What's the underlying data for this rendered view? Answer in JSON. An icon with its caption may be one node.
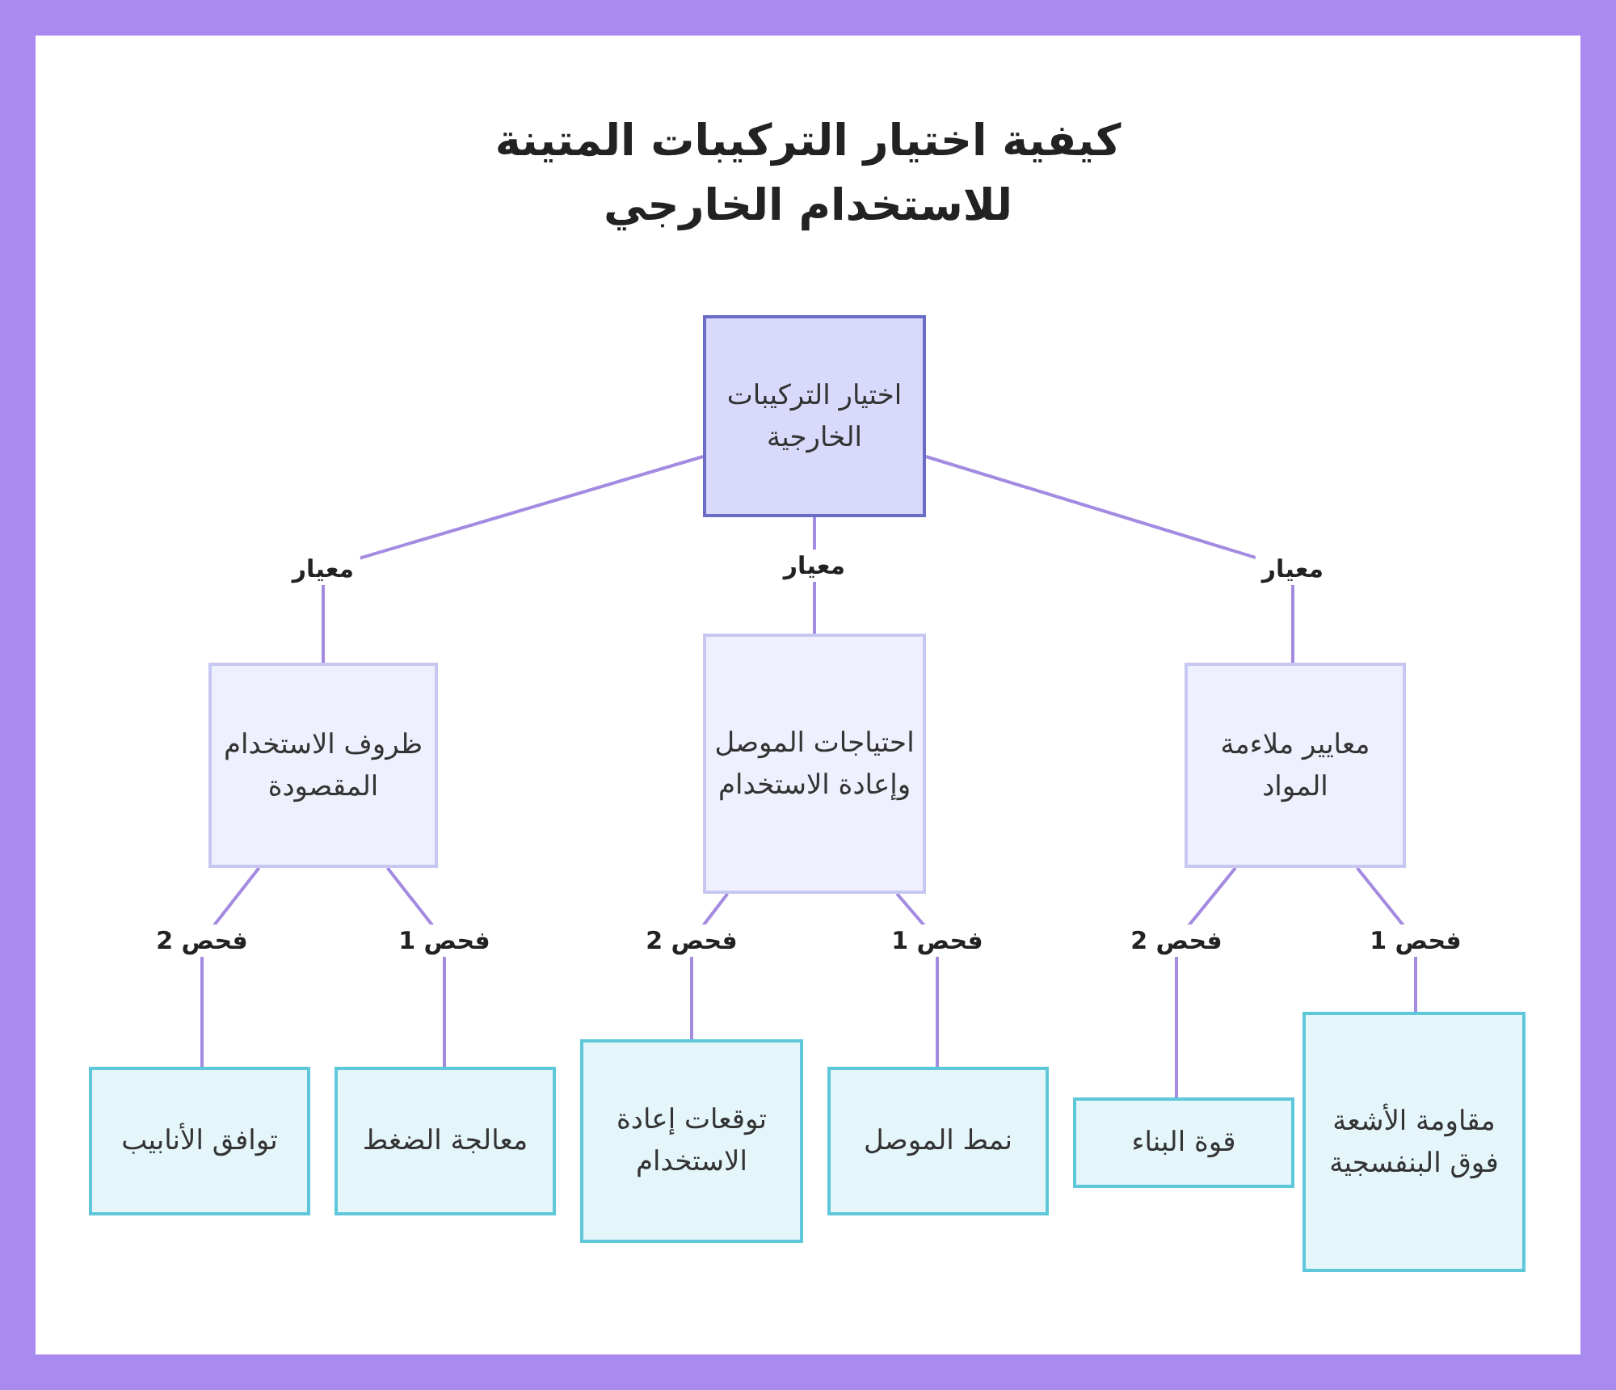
{
  "diagram": {
    "title": "كيفية اختيار التركيبات المتينة للاستخدام الخارجي",
    "nodes": [
      {
        "text": [
          "اختيار التركيبات الخارجية"
        ]
      },
      {
        "text": [
          "معايير ملاءمة المواد"
        ]
      },
      {
        "text": [
          "احتياجات الموصل وإعادة الاستخدام"
        ]
      },
      {
        "text": [
          "ظروف الاستخدام المقصودة"
        ]
      },
      {
        "text": [
          "مقاومة الأشعة فوق البنفسجية"
        ]
      },
      {
        "text": [
          "قوة البناء"
        ]
      },
      {
        "text": [
          "نمط الموصل"
        ]
      },
      {
        "text": [
          "توقعات إعادة الاستخدام"
        ]
      },
      {
        "text": [
          "معالجة الضغط"
        ]
      },
      {
        "text": [
          "توافق الأنابيب"
        ]
      }
    ],
    "edges": [
      {
        "from": 0,
        "to": 1,
        "arrow": "none",
        "label": "معيار"
      },
      {
        "from": 0,
        "to": 2,
        "arrow": "none",
        "label": "معيار"
      },
      {
        "from": 0,
        "to": 3,
        "arrow": "none",
        "label": "معيار"
      },
      {
        "from": 1,
        "to": 4,
        "arrow": "none",
        "label": "فحص 1"
      },
      {
        "from": 1,
        "to": 5,
        "arrow": "none",
        "label": "فحص 2"
      },
      {
        "from": 2,
        "to": 6,
        "arrow": "none",
        "label": "فحص 1"
      },
      {
        "from": 2,
        "to": 7,
        "arrow": "none",
        "label": "فحص 2"
      },
      {
        "from": 3,
        "to": 8,
        "arrow": "none",
        "label": "فحص 1"
      },
      {
        "from": 3,
        "to": 9,
        "arrow": "none",
        "label": "فحص 2"
      }
    ]
  }
}
